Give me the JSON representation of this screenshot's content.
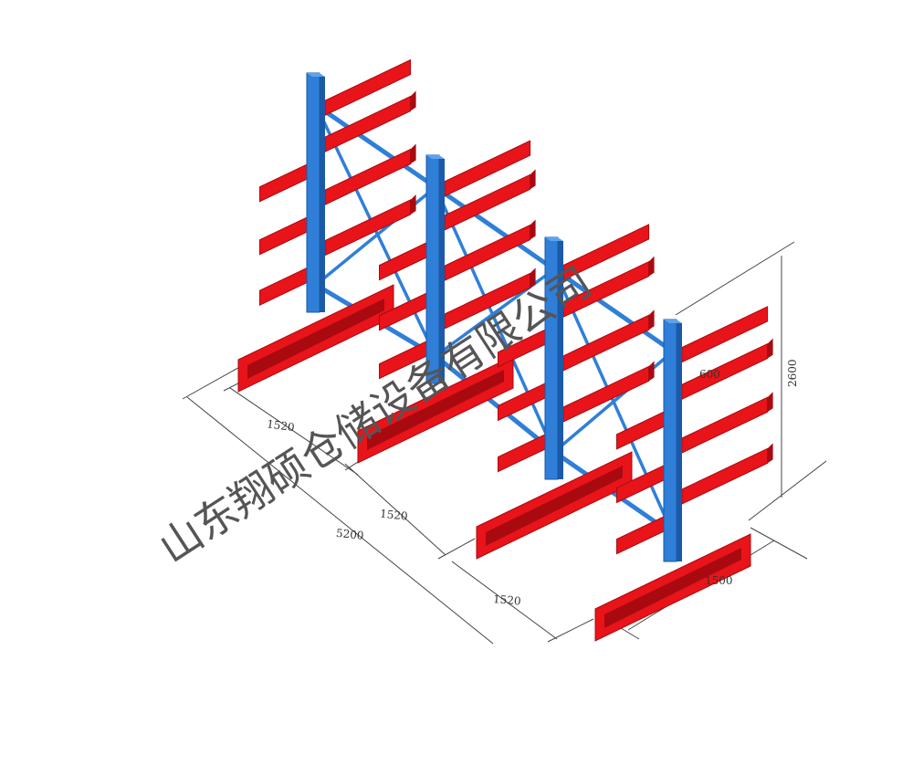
{
  "colors": {
    "upright": "#2f7fd8",
    "upright_dark": "#1a5aa8",
    "upright_light": "#5ea2ee",
    "arm": "#e8141a",
    "arm_dark": "#a80a10",
    "arm_light": "#ff4a4a",
    "brace": "#2f7fd8",
    "dimension_line": "#444444"
  },
  "dimensions": {
    "bay_spacing_1": "1520",
    "bay_spacing_2": "1520",
    "bay_spacing_3": "1520",
    "total_length": "5200",
    "arm_length": "600",
    "height": "2600",
    "base_length": "1500"
  },
  "watermark": "山东翔硕仓储设备有限公司"
}
